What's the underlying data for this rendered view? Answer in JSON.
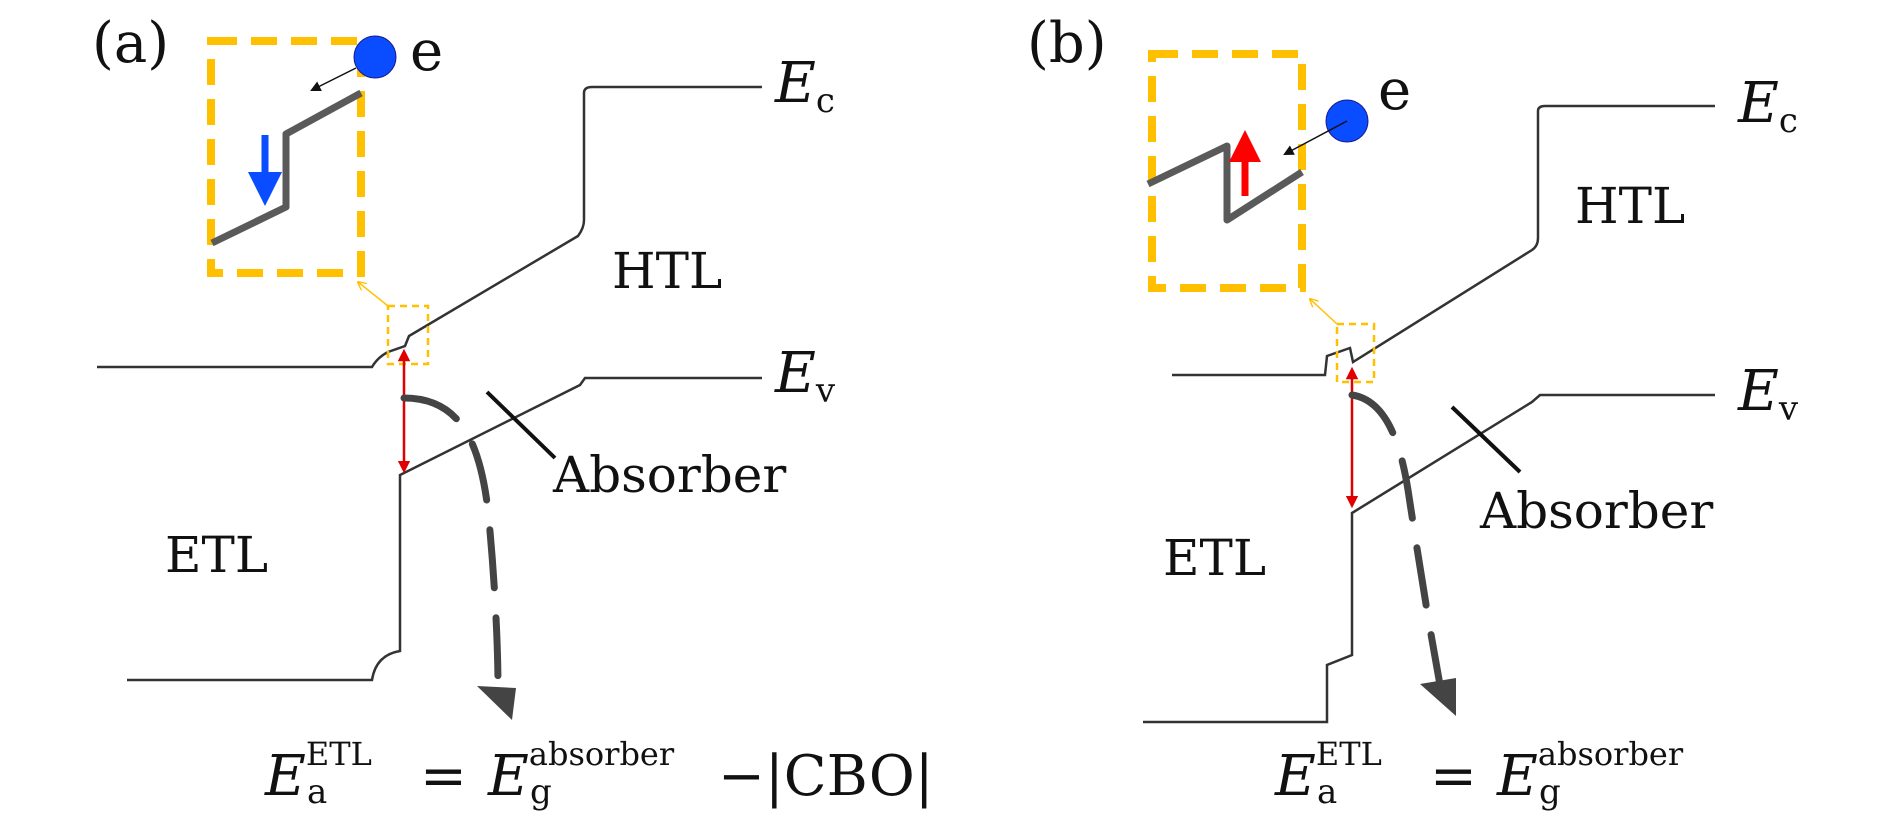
{
  "panels": [
    {
      "tag": "(a)",
      "electron": "e",
      "ec": {
        "main": "E",
        "sub": "c"
      },
      "ev": {
        "main": "E",
        "sub": "v"
      },
      "htl": "HTL",
      "etl": "ETL",
      "absorber": "Absorber",
      "formula": {
        "lhs_main": "E",
        "lhs_sub": "a",
        "lhs_sup": "ETL",
        "eq": "=",
        "rhs_main": "E",
        "rhs_sub": "g",
        "rhs_sup": "absorber",
        "tail": "−|CBO|"
      }
    },
    {
      "tag": "(b)",
      "electron": "e",
      "ec": {
        "main": "E",
        "sub": "c"
      },
      "ev": {
        "main": "E",
        "sub": "v"
      },
      "htl": "HTL",
      "etl": "ETL",
      "absorber": "Absorber",
      "formula": {
        "lhs_main": "E",
        "lhs_sub": "a",
        "lhs_sup": "ETL",
        "eq": "=",
        "rhs_main": "E",
        "rhs_sub": "g",
        "rhs_sup": "absorber",
        "tail": ""
      }
    }
  ],
  "colors": {
    "band": "#333333",
    "inset_line": "#5a5a5a",
    "box": "#ffc000",
    "electron": "#0a4cff",
    "arrow_down": "#0a4cff",
    "arrow_up": "#ff0000",
    "gap_arrow": "#e00000",
    "dashed_path": "#444444"
  }
}
